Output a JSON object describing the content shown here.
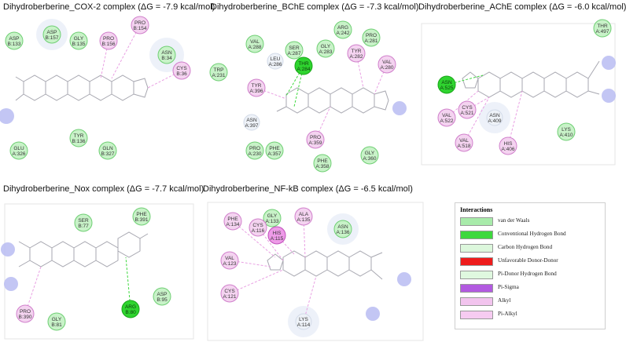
{
  "panels": [
    {
      "id": "cox2",
      "title": "Dihydroberberine_COX-2 complex (ΔG = -7.9 kcal/mol)",
      "residues": [
        {
          "name": "ASP",
          "num": "B:133",
          "type": "vdw"
        },
        {
          "name": "ASP",
          "num": "B:157",
          "type": "vdw"
        },
        {
          "name": "GLY",
          "num": "B:135",
          "type": "vdw"
        },
        {
          "name": "PRO",
          "num": "B:156",
          "type": "alkyl"
        },
        {
          "name": "PRO",
          "num": "B:154",
          "type": "alkyl"
        },
        {
          "name": "ASN",
          "num": "B:34",
          "type": "vdw"
        },
        {
          "name": "CYS",
          "num": "B:36",
          "type": "alkyl"
        },
        {
          "name": "TYR",
          "num": "B:136",
          "type": "vdw"
        },
        {
          "name": "GLU",
          "num": "A:326",
          "type": "vdw"
        },
        {
          "name": "GLN",
          "num": "B:327",
          "type": "vdw"
        }
      ]
    },
    {
      "id": "bche",
      "title": "Dihydroberberine_BChE complex (ΔG = -7.3 kcal/mol)",
      "residues": [
        {
          "name": "VAL",
          "num": "A:288",
          "type": "vdw"
        },
        {
          "name": "LEU",
          "num": "A:286",
          "type": "none"
        },
        {
          "name": "SER",
          "num": "A:287",
          "type": "vdw"
        },
        {
          "name": "THR",
          "num": "A:284",
          "type": "hbond"
        },
        {
          "name": "GLY",
          "num": "A:283",
          "type": "vdw"
        },
        {
          "name": "ARG",
          "num": "A:242",
          "type": "vdw"
        },
        {
          "name": "PRO",
          "num": "A:281",
          "type": "vdw"
        },
        {
          "name": "TYR",
          "num": "A:282",
          "type": "alkyl"
        },
        {
          "name": "VAL",
          "num": "A:280",
          "type": "alkyl"
        },
        {
          "name": "TRP",
          "num": "A:231",
          "type": "vdw"
        },
        {
          "name": "TYR",
          "num": "A:396",
          "type": "alkyl"
        },
        {
          "name": "ASN",
          "num": "A:397",
          "type": "none"
        },
        {
          "name": "PRO",
          "num": "A:359",
          "type": "alkyl"
        },
        {
          "name": "PRO",
          "num": "A:230",
          "type": "vdw"
        },
        {
          "name": "PHE",
          "num": "A:357",
          "type": "vdw"
        },
        {
          "name": "PHE",
          "num": "A:358",
          "type": "vdw"
        },
        {
          "name": "GLY",
          "num": "A:360",
          "type": "vdw"
        }
      ]
    },
    {
      "id": "ache",
      "title": "Dihydroberberine_AChE complex (ΔG = -6.0 kcal/mol)",
      "residues": [
        {
          "name": "THR",
          "num": "A:497",
          "type": "vdw"
        },
        {
          "name": "ASN",
          "num": "A:525",
          "type": "hbond"
        },
        {
          "name": "CYS",
          "num": "A:521",
          "type": "alkyl"
        },
        {
          "name": "VAL",
          "num": "A:522",
          "type": "alkyl"
        },
        {
          "name": "ASN",
          "num": "A:409",
          "type": "none"
        },
        {
          "name": "VAL",
          "num": "A:518",
          "type": "alkyl"
        },
        {
          "name": "LYS",
          "num": "A:410",
          "type": "vdw"
        },
        {
          "name": "HIS",
          "num": "A:406",
          "type": "alkyl"
        }
      ]
    },
    {
      "id": "nox",
      "title": "Dihydroberberine_Nox complex (ΔG = -7.7 kcal/mol)",
      "residues": [
        {
          "name": "SER",
          "num": "B:77",
          "type": "vdw"
        },
        {
          "name": "PHE",
          "num": "B:391",
          "type": "vdw"
        },
        {
          "name": "ASP",
          "num": "B:95",
          "type": "vdw"
        },
        {
          "name": "ARG",
          "num": "B:80",
          "type": "hbond"
        },
        {
          "name": "PRO",
          "num": "B:390",
          "type": "alkyl"
        },
        {
          "name": "GLY",
          "num": "B:81",
          "type": "vdw"
        }
      ]
    },
    {
      "id": "nfkb",
      "title": "Dihydroberberine_NF-kB complex (ΔG = -6.5 kcal/mol)",
      "residues": [
        {
          "name": "PHE",
          "num": "A:134",
          "type": "alkyl"
        },
        {
          "name": "GLY",
          "num": "A:133",
          "type": "vdw"
        },
        {
          "name": "CYS",
          "num": "A:116",
          "type": "alkyl"
        },
        {
          "name": "HIS",
          "num": "A:115",
          "type": "pialkyl"
        },
        {
          "name": "ALA",
          "num": "A:135",
          "type": "alkyl"
        },
        {
          "name": "ASN",
          "num": "A:136",
          "type": "vdw"
        },
        {
          "name": "VAL",
          "num": "A:123",
          "type": "alkyl"
        },
        {
          "name": "CYS",
          "num": "A:121",
          "type": "alkyl"
        },
        {
          "name": "LYS",
          "num": "A:114",
          "type": "none"
        }
      ]
    }
  ],
  "legend": {
    "title": "Interactions",
    "items": [
      {
        "label": "van der Waals",
        "color": "#a8ebaa"
      },
      {
        "label": "Conventional Hydrogen Bond",
        "color": "#3ed83e"
      },
      {
        "label": "Carbon Hydrogen Bond",
        "color": "#dcf7dc"
      },
      {
        "label": "Unfavorable Donor-Donor",
        "color": "#ee1c1c"
      },
      {
        "label": "Pi-Donor Hydrogen Bond",
        "color": "#dff8df"
      },
      {
        "label": "Pi-Sigma",
        "color": "#b25ae0"
      },
      {
        "label": "Alkyl",
        "color": "#f2c4ee"
      },
      {
        "label": "Pi-Alkyl",
        "color": "#f6cbf1"
      }
    ]
  },
  "colors": {
    "vdw": "#c8f2c8",
    "vdw_stroke": "#6fcf74",
    "hbond": "#2fd42f",
    "hbond_stroke": "#17a617",
    "alkyl": "#f4d3f0",
    "alkyl_stroke": "#d07fcb",
    "pialkyl": "#ee9be8",
    "pialkyl_stroke": "#c04fba",
    "none": "#eef2f8",
    "none_stroke": "#d2dae8",
    "bond": "#a7a7b0",
    "hb_line": "#3ed83e",
    "hy_line": "#e9a0e3"
  }
}
